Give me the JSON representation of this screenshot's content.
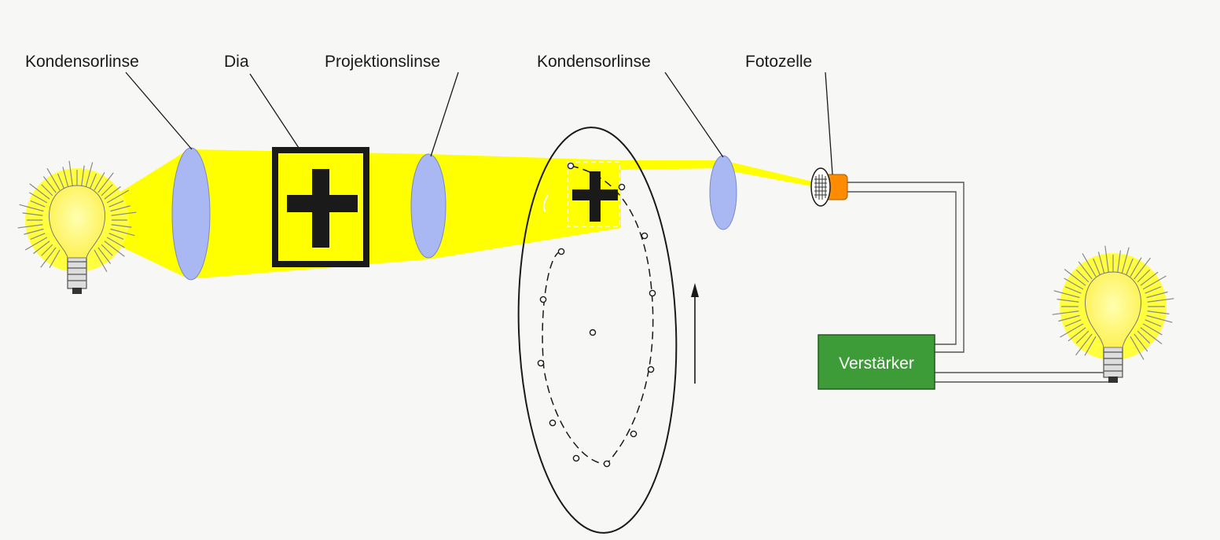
{
  "labels": {
    "condenser_lens_left": "Kondensorlinse",
    "slide": "Dia",
    "projection_lens": "Projektionslinse",
    "condenser_lens_right": "Kondensorlinse",
    "photocell": "Fotozelle",
    "amplifier": "Verstärker"
  },
  "colors": {
    "background": "#f7f7f5",
    "light_beam": "#ffff00",
    "lens": "#a9b8f2",
    "bulb_glass": "#fdf04b",
    "amplifier": "#3d9c38",
    "photocell_body": "#ff8c00",
    "wire": "#555555",
    "line": "#1a1a1a"
  },
  "icons": [
    "light-bulb-icon",
    "cross-symbol-icon",
    "rotation-arrow-icon"
  ]
}
